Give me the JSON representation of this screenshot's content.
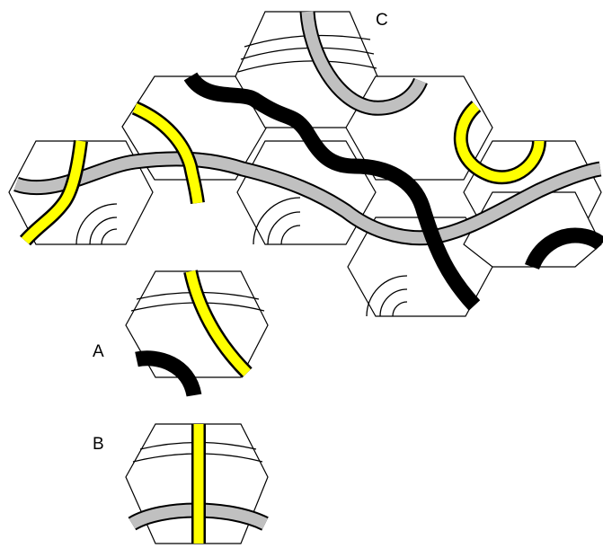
{
  "puzzle": {
    "labels": {
      "a": "A",
      "b": "B",
      "c": "C"
    },
    "colors": {
      "tile_fill": "#ffffff",
      "outline": "#000000",
      "yellow_path": "#ffff00",
      "gray_path": "#c0c0c0",
      "black_path": "#000000"
    },
    "pieces": [
      {
        "id": "board-tile-1",
        "markings": [
          "yellow-path",
          "gray-path",
          "concentric-arcs"
        ]
      },
      {
        "id": "board-tile-2",
        "markings": [
          "yellow-path",
          "gray-path",
          "black-path"
        ]
      },
      {
        "id": "board-tile-3",
        "markings": [
          "gray-path",
          "black-path",
          "concentric-arcs"
        ]
      },
      {
        "id": "board-tile-4",
        "markings": [
          "gray-path",
          "black-path",
          "concentric-arcs"
        ]
      },
      {
        "id": "board-tile-5",
        "markings": [
          "gray-path",
          "yellow-path"
        ]
      },
      {
        "id": "board-tile-6",
        "markings": [
          "gray-path",
          "black-path",
          "concentric-arcs"
        ]
      },
      {
        "id": "board-tile-7",
        "markings": [
          "yellow-path",
          "gray-path"
        ]
      },
      {
        "id": "board-tile-8",
        "markings": [
          "gray-path",
          "black-path"
        ]
      },
      {
        "id": "candidate-tile-a",
        "markings": [
          "yellow-path",
          "black-path",
          "concentric-arcs"
        ]
      },
      {
        "id": "candidate-tile-b",
        "markings": [
          "yellow-path",
          "gray-path",
          "concentric-arcs"
        ]
      }
    ]
  }
}
